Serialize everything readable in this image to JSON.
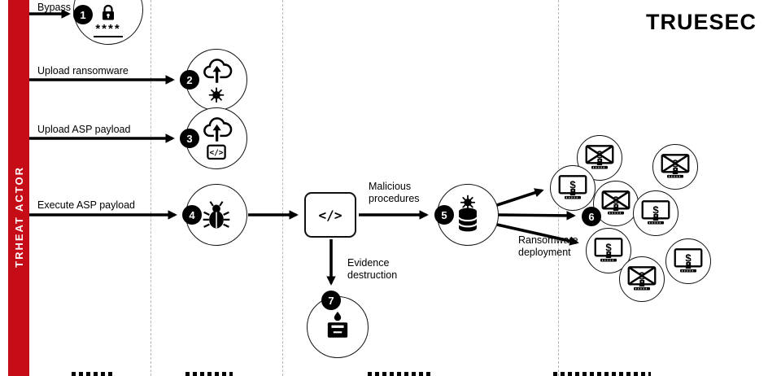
{
  "brand": {
    "logo_text": "TRUESEC"
  },
  "actor_lane": {
    "label": "TRHEAT ACTOR",
    "color": "#c60d17"
  },
  "steps": [
    {
      "num": "1",
      "label": "Bypass",
      "icon": "padlock"
    },
    {
      "num": "2",
      "label": "Upload ransomware",
      "icon": "cloud-upload-virus"
    },
    {
      "num": "3",
      "label": "Upload ASP payload",
      "icon": "cloud-upload-code"
    },
    {
      "num": "4",
      "label": "Execute ASP payload",
      "icon": "bug"
    },
    {
      "num": "5",
      "label": "Malicious procedures",
      "icon": "database-virus"
    },
    {
      "num": "6",
      "label": "Ransomware deployment",
      "icon": "encrypted-computers"
    },
    {
      "num": "7",
      "label": "Evidence destruction",
      "icon": "burn-bin"
    }
  ],
  "code_box": {
    "glyph": "</>"
  },
  "icons": {
    "dollar": "$",
    "masked_password": "****"
  },
  "cluster": {
    "machine_count": 8,
    "crossed_out_count": 4
  }
}
